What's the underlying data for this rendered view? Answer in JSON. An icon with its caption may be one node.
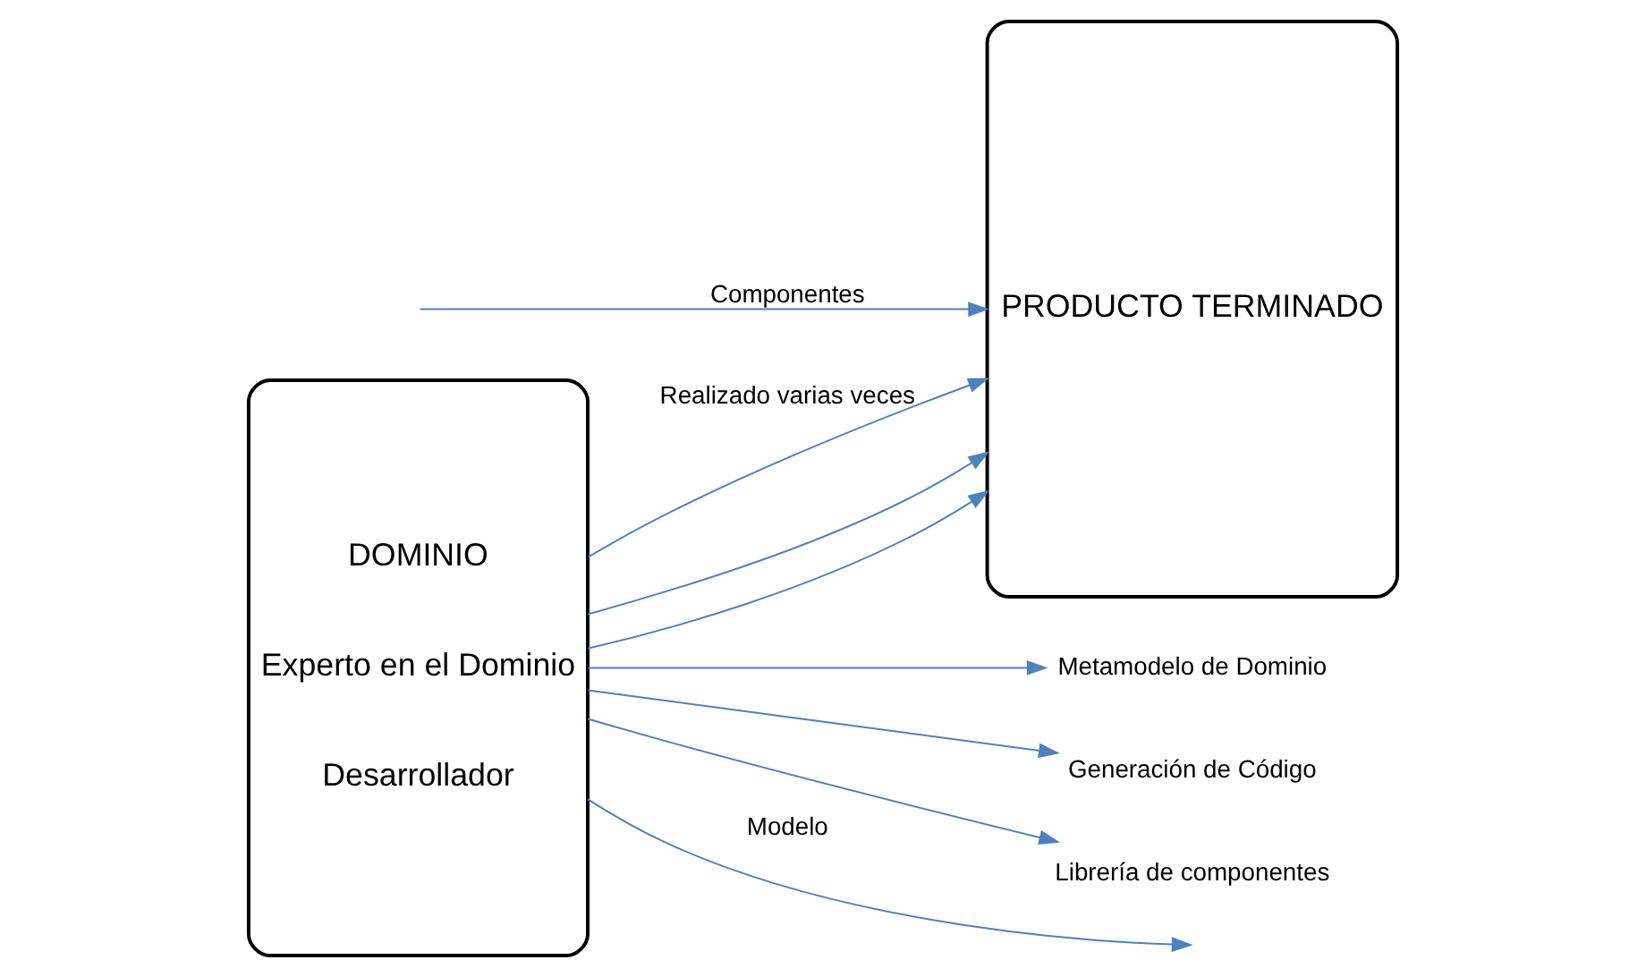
{
  "diagram": {
    "nodes": [
      {
        "text": [
          "DOMINIO",
          "Experto en el Dominio",
          "Desarrollador"
        ]
      },
      {
        "text": [
          "PRODUCTO TERMINADO"
        ]
      },
      {
        "text": [
          "Metamodelo de Dominio"
        ]
      },
      {
        "text": [
          "Generación de Código"
        ]
      },
      {
        "text": [
          "Librería de componentes"
        ]
      }
    ],
    "edges": [
      {
        "from": 0,
        "to": 1,
        "arrow": "to",
        "label": "Realizado varias veces"
      },
      {
        "from": 0,
        "to": 1,
        "arrow": "to"
      },
      {
        "from": 0,
        "to": 1,
        "arrow": "to"
      },
      {
        "from": 0,
        "to": 2,
        "arrow": "to"
      },
      {
        "from": 0,
        "to": 3,
        "arrow": "to"
      },
      {
        "from": 0,
        "to": 4,
        "arrow": "to"
      },
      {
        "from": 0,
        "to": null,
        "arrow": "to",
        "label": "Modelo"
      },
      {
        "from": null,
        "to": 1,
        "arrow": "to",
        "label": "Componentes"
      }
    ]
  }
}
